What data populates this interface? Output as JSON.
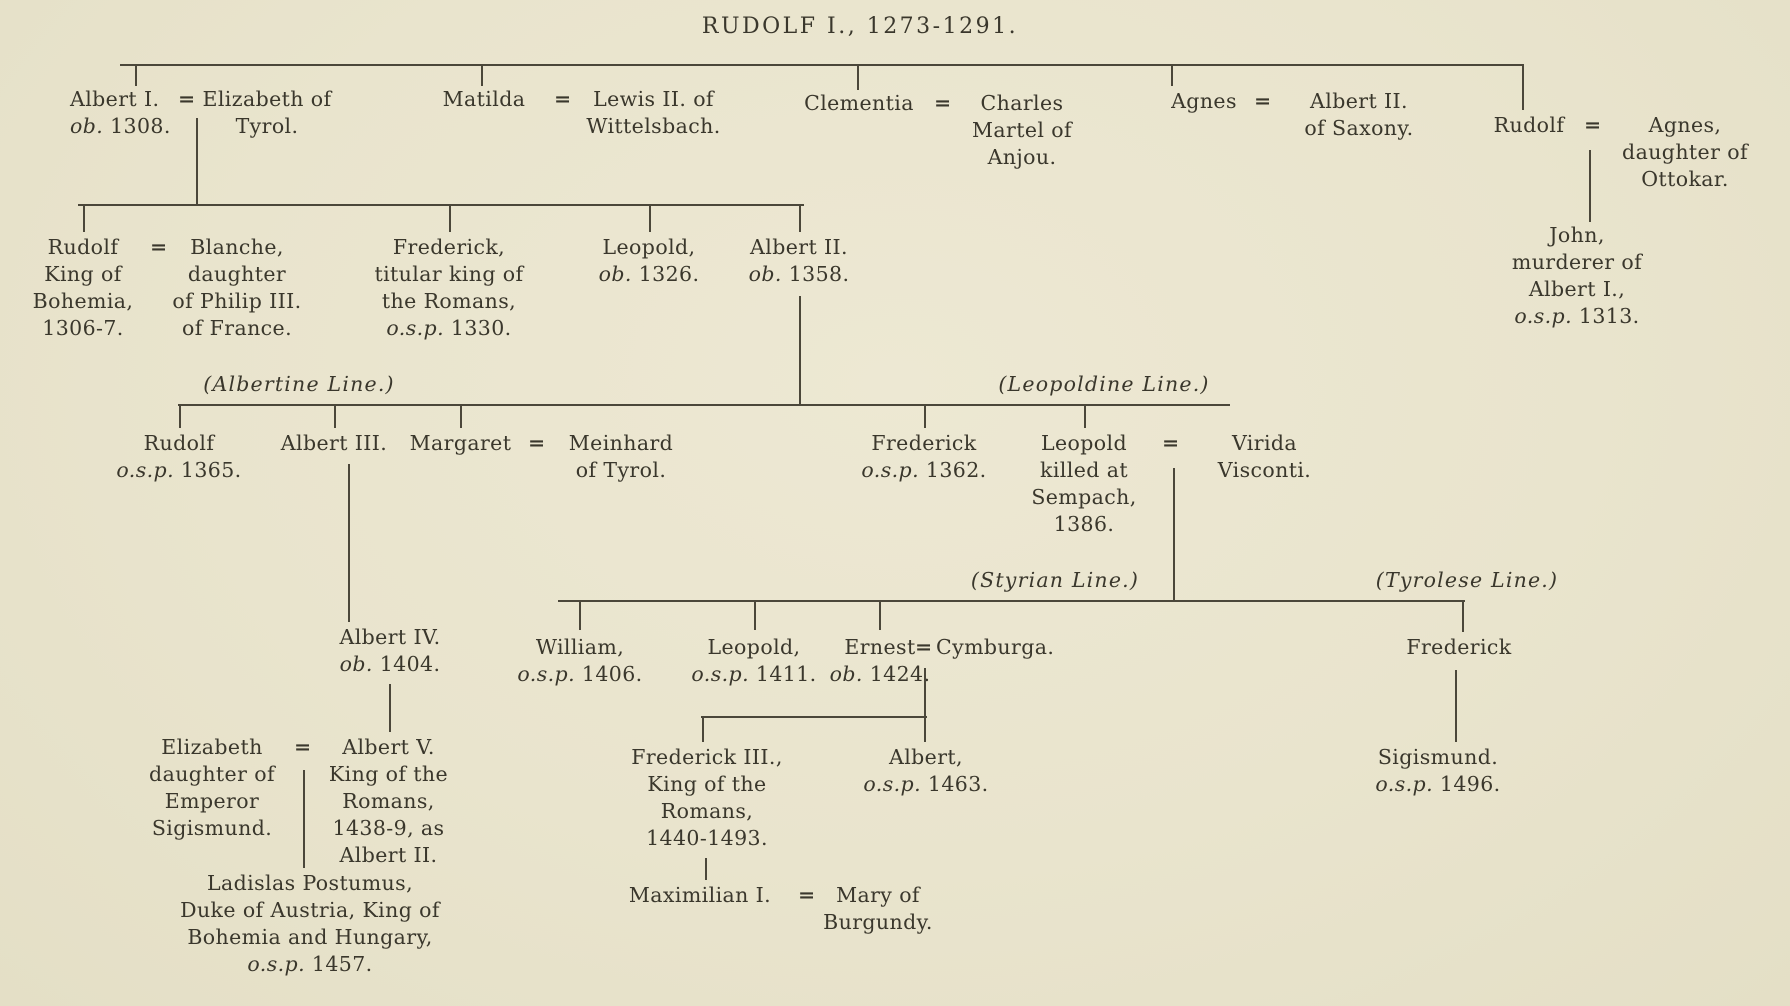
{
  "colors": {
    "paper": "#e9e4cd",
    "ink": "#3a372c",
    "line": "#4b473a"
  },
  "document": {
    "title": "RUDOLF I., 1273-1291.",
    "symbols": {
      "marriage": "="
    },
    "branch_labels": {
      "albertine": "(Albertine Line.)",
      "leopoldine": "(Leopoldine Line.)",
      "styrian": "(Styrian Line.)",
      "tyrolese": "(Tyrolese Line.)"
    },
    "people": {
      "albert_i": {
        "lines": [
          "Albert I.",
          "ob. 1308."
        ]
      },
      "elizabeth_of_tyrol": {
        "lines": [
          "Elizabeth of",
          "Tyrol."
        ]
      },
      "matilda": {
        "lines": [
          "Matilda"
        ]
      },
      "lewis_ii": {
        "lines": [
          "Lewis II. of",
          "Wittelsbach."
        ]
      },
      "clementia": {
        "lines": [
          "Clementia"
        ]
      },
      "charles_martel": {
        "lines": [
          "Charles",
          "Martel of",
          "Anjou."
        ]
      },
      "agnes": {
        "lines": [
          "Agnes"
        ]
      },
      "albert_ii_saxony": {
        "lines": [
          "Albert II.",
          "of Saxony."
        ]
      },
      "rudolf_jr": {
        "lines": [
          "Rudolf"
        ]
      },
      "agnes_ottokar": {
        "lines": [
          "Agnes,",
          "daughter of",
          "Ottokar."
        ]
      },
      "john": {
        "lines": [
          "John,",
          "murderer of",
          "Albert I.,",
          "o.s.p. 1313."
        ]
      },
      "rudolf_bohemia": {
        "lines": [
          "Rudolf",
          "King of",
          "Bohemia,",
          "1306-7."
        ]
      },
      "blanche": {
        "lines": [
          "Blanche,",
          "daughter",
          "of Philip III.",
          "of France."
        ]
      },
      "frederick_titular": {
        "lines": [
          "Frederick,",
          "titular king of",
          "the Romans,",
          "o.s.p. 1330."
        ]
      },
      "leopold_1326": {
        "lines": [
          "Leopold,",
          "ob. 1326."
        ]
      },
      "albert_ii": {
        "lines": [
          "Albert II.",
          "ob. 1358."
        ]
      },
      "rudolf_1365": {
        "lines": [
          "Rudolf",
          "o.s.p. 1365."
        ]
      },
      "albert_iii": {
        "lines": [
          "Albert III."
        ]
      },
      "margaret": {
        "lines": [
          "Margaret"
        ]
      },
      "meinhard": {
        "lines": [
          "Meinhard",
          "of Tyrol."
        ]
      },
      "frederick_1362": {
        "lines": [
          "Frederick",
          "o.s.p. 1362."
        ]
      },
      "leopold_sempach": {
        "lines": [
          "Leopold",
          "killed at",
          "Sempach,",
          "1386."
        ]
      },
      "virida": {
        "lines": [
          "Virida",
          "Visconti."
        ]
      },
      "albert_iv": {
        "lines": [
          "Albert IV.",
          "ob. 1404."
        ]
      },
      "elizabeth_sigismund": {
        "lines": [
          "Elizabeth",
          "daughter of",
          "Emperor",
          "Sigismund."
        ]
      },
      "albert_v": {
        "lines": [
          "Albert V.",
          "King of the",
          "Romans,",
          "1438-9, as",
          "Albert II."
        ]
      },
      "ladislas": {
        "lines": [
          "Ladislas Postumus,",
          "Duke of Austria, King of",
          "Bohemia and Hungary,",
          "o.s.p. 1457."
        ]
      },
      "william": {
        "lines": [
          "William,",
          "o.s.p. 1406."
        ]
      },
      "leopold_1411": {
        "lines": [
          "Leopold,",
          "o.s.p. 1411."
        ]
      },
      "ernest": {
        "lines": [
          "Ernest",
          "ob. 1424."
        ]
      },
      "cymburga": {
        "lines": [
          "Cymburga."
        ]
      },
      "frederick_tyrolese": {
        "lines": [
          "Frederick"
        ]
      },
      "frederick_iii": {
        "lines": [
          "Frederick III.,",
          "King of the",
          "Romans,",
          "1440-1493."
        ]
      },
      "albert_1463": {
        "lines": [
          "Albert,",
          "o.s.p. 1463."
        ]
      },
      "sigismund": {
        "lines": [
          "Sigismund.",
          "o.s.p. 1496."
        ]
      },
      "maximilian": {
        "lines": [
          "Maximilian I."
        ]
      },
      "mary_of_burgundy": {
        "lines": [
          "Mary of",
          "Burgundy."
        ]
      }
    }
  }
}
